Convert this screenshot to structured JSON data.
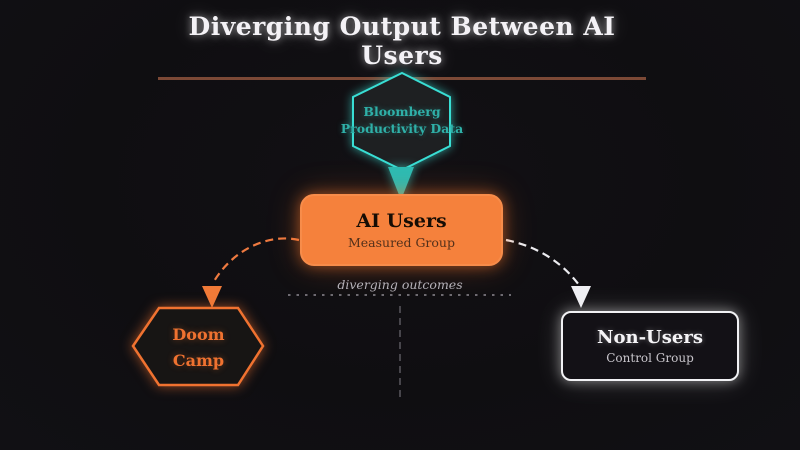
{
  "title": "Diverging Output Between AI Users",
  "colors": {
    "background": "#0f0e11",
    "title_text": "#f4f2f6",
    "title_underline": "#7c4936",
    "teal_accent": "#39ded4",
    "teal_text": "#2fb0a8",
    "orange_accent": "#f5813c",
    "orange_text": "#ef7230",
    "white_accent": "#f1f1f4",
    "muted_text": "#b5b1b8"
  },
  "nodes": {
    "source": {
      "line1": "Bloomberg",
      "line2": "Productivity Data"
    },
    "ai_users": {
      "title": "AI Users",
      "subtitle": "Measured Group"
    },
    "doom_camp": {
      "line1": "Doom",
      "line2": "Camp"
    },
    "non_users": {
      "title": "Non-Users",
      "subtitle": "Control Group"
    }
  },
  "annotations": {
    "diverging": "diverging outcomes"
  }
}
